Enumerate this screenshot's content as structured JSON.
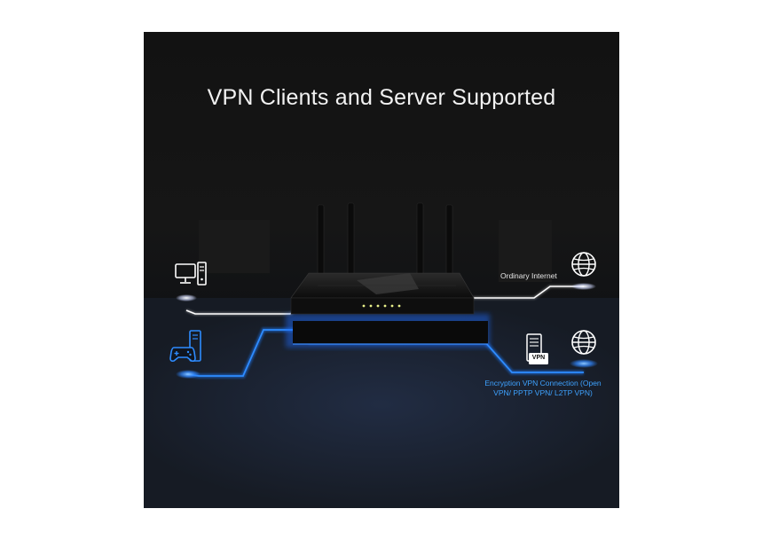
{
  "title": "VPN Clients and Server Supported",
  "labels": {
    "ordinary_internet": "Ordinary Internet",
    "encryption_vpn": "Encryption VPN Connection (Open VPN/ PPTP VPN/ L2TP VPN)",
    "vpn_badge": "VPN"
  },
  "icons": [
    "desktop-computer-icon",
    "gaming-console-icon",
    "globe-icon",
    "vpn-server-icon",
    "router-icon"
  ],
  "colors": {
    "background": "#141414",
    "white_link": "#ffffff",
    "vpn_link": "#1e90ff",
    "vpn_text": "#3ea2ff"
  }
}
